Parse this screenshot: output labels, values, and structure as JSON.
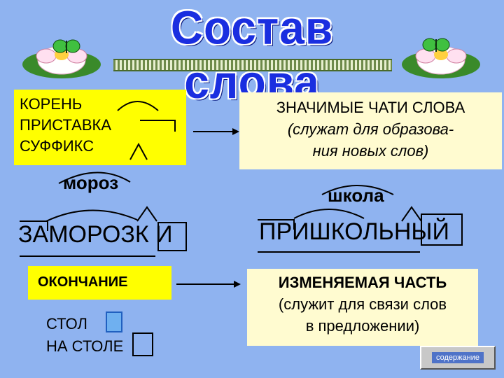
{
  "header": {
    "title": "Состав слова"
  },
  "left_box": {
    "items": [
      "КОРЕНЬ",
      "ПРИСТАВКА",
      "СУФФИКС"
    ]
  },
  "right_box": {
    "title": "ЗНАЧИМЫЕ ЧАТИ СЛОВА",
    "line2": "(служат для образова-",
    "line3": "ния новых слов)"
  },
  "examples": {
    "root1": "мороз",
    "word1": "ЗАМОРОЗК И",
    "root2": "школа",
    "word2": "ПРИШКОЛЬНЫЙ"
  },
  "ending_box": {
    "label": "ОКОНЧАНИЕ"
  },
  "ending_examples": {
    "line1": "СТОЛ",
    "line2": "НА СТОЛЕ"
  },
  "changeable_box": {
    "title": "ИЗМЕНЯЕМАЯ ЧАСТЬ",
    "line2": "(служит для связи слов",
    "line3": "в предложении)"
  },
  "nav": {
    "contents_label": "содержание"
  },
  "colors": {
    "background": "#8fb3f0",
    "highlight": "#ffff00",
    "title": "#1a2ee0"
  },
  "icons": [
    "butterfly-icon",
    "lotus-flower-icon",
    "arrow-right-icon"
  ]
}
